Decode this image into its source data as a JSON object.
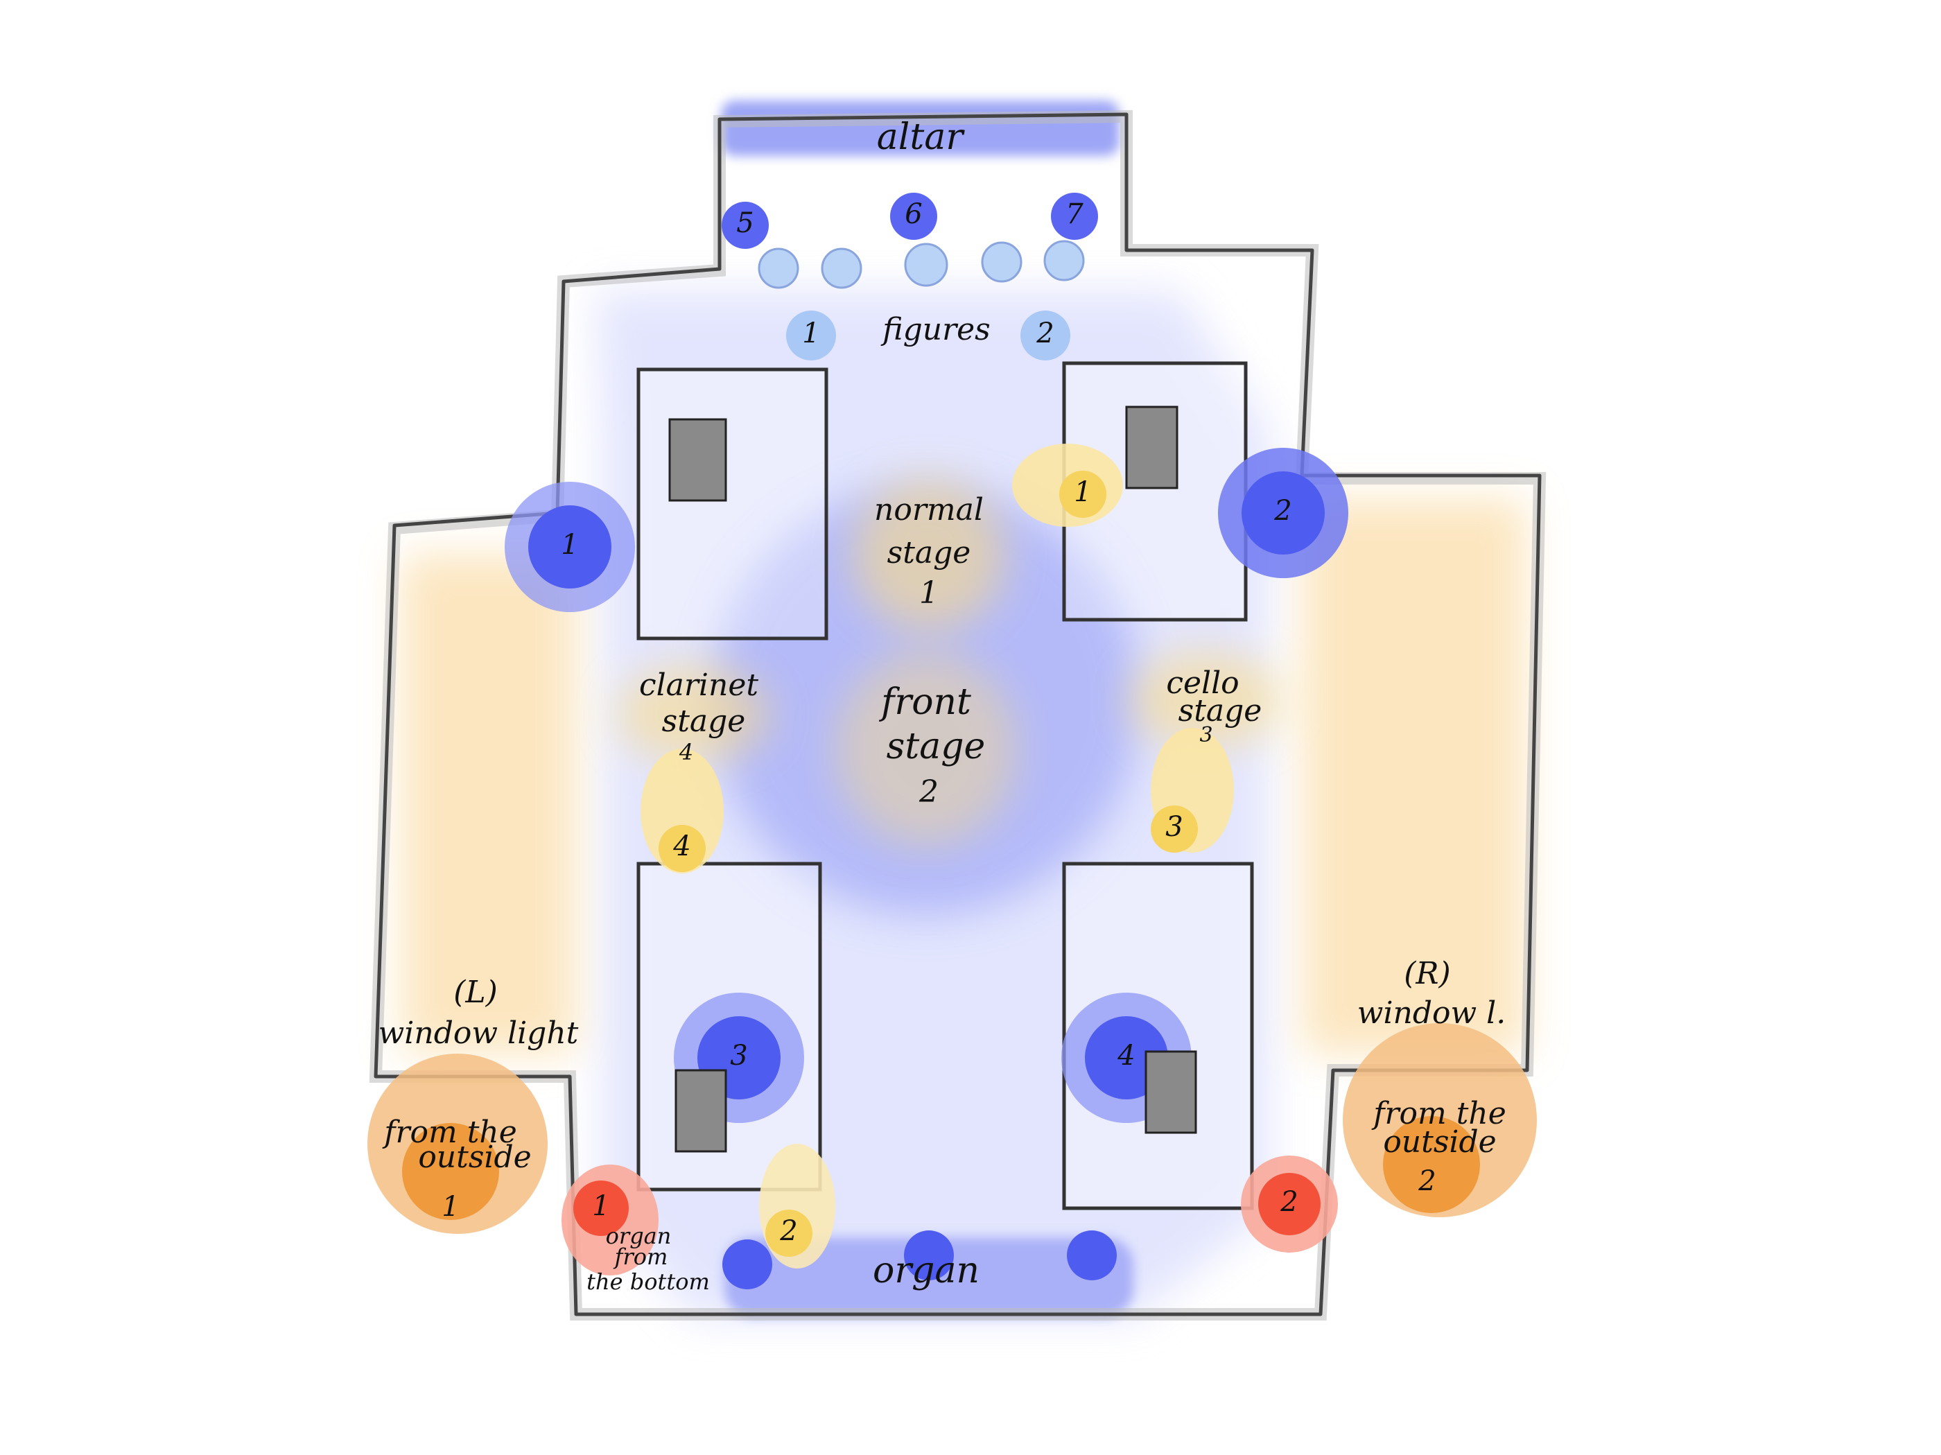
{
  "title": "Church lighting plan sketch",
  "colors": {
    "blue_light": "#4f5cf0",
    "light_blue": "#a9c8f5",
    "yellow_light": "#f6d25e",
    "red_light": "#f4513a",
    "orange_light": "#ef9a3c",
    "ambient_blue": "#c7ccfa",
    "window_yellow": "#fbe3b8",
    "wall": "#444444"
  },
  "areas": {
    "altar": "altar",
    "organ": "organ",
    "figures": "figures"
  },
  "stages": {
    "normal": {
      "line1": "normal",
      "line2": "stage",
      "number": "1"
    },
    "front": {
      "line1": "front",
      "line2": "stage",
      "number": "2"
    },
    "cello": {
      "line1": "cello",
      "line2": "stage",
      "number": "3"
    },
    "clarinet": {
      "line1": "clarinet",
      "line2": "stage",
      "number": "4"
    }
  },
  "window_left": {
    "side": "(L)",
    "label": "window light"
  },
  "window_right": {
    "side": "(R)",
    "label": "window l."
  },
  "outside_left": {
    "line1": "from the",
    "line2": "outside",
    "number": "1"
  },
  "outside_right": {
    "line1": "from the",
    "line2": "outside",
    "number": "2"
  },
  "organ_bottom": {
    "line1": "organ",
    "line2": "from",
    "line3": "the bottom"
  },
  "lights": {
    "blue": [
      "1",
      "2",
      "3",
      "4",
      "5",
      "6",
      "7"
    ],
    "figures": [
      "1",
      "2"
    ],
    "yellow": [
      "1",
      "2",
      "3",
      "4"
    ],
    "red": [
      "1",
      "2"
    ],
    "orange": [
      "1",
      "2"
    ]
  }
}
